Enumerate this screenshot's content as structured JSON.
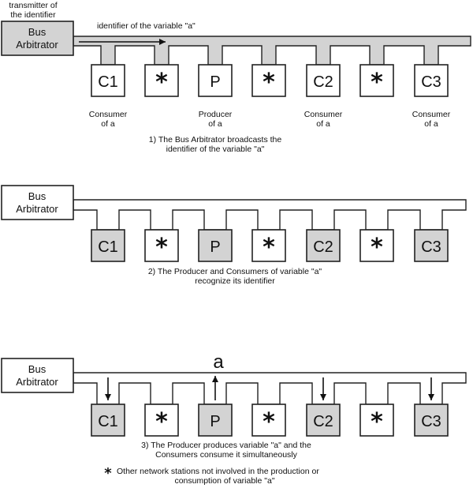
{
  "colors": {
    "fill_gray": "#d3d3d3",
    "fill_white": "#ffffff",
    "stroke": "#222222"
  },
  "panel1": {
    "transmitter_label": [
      "transmitter of",
      "the identifier"
    ],
    "identifier_label": "identifier of the variable \"a\"",
    "arbitrator_label": [
      "Bus",
      "Arbitrator"
    ],
    "roles": [
      [
        "Consumer",
        "of a"
      ],
      [
        "Producer",
        "of a"
      ],
      [
        "Consumer",
        "of a"
      ],
      [
        "Consumer",
        "of a"
      ]
    ],
    "caption": [
      "1) The Bus Arbitrator broadcasts the",
      "identifier of the variable \"a\""
    ]
  },
  "panel2": {
    "arbitrator_label": [
      "Bus",
      "Arbitrator"
    ],
    "caption": [
      "2) The Producer and Consumers of variable \"a\"",
      "recognize its identifier"
    ]
  },
  "panel3": {
    "arbitrator_label": [
      "Bus",
      "Arbitrator"
    ],
    "variable_label": "a",
    "caption": [
      "3) The Producer produces variable \"a\" and the",
      "Consumers consume it simultaneously"
    ]
  },
  "nodes": [
    {
      "label": "C1",
      "kind": "consumer"
    },
    {
      "label": "*",
      "kind": "other"
    },
    {
      "label": "P",
      "kind": "producer"
    },
    {
      "label": "*",
      "kind": "other"
    },
    {
      "label": "C2",
      "kind": "consumer"
    },
    {
      "label": "*",
      "kind": "other"
    },
    {
      "label": "C3",
      "kind": "consumer"
    }
  ],
  "footnote": {
    "marker": "*",
    "lines": [
      "Other network stations not involved in the production or",
      "consumption of variable \"a\""
    ]
  }
}
